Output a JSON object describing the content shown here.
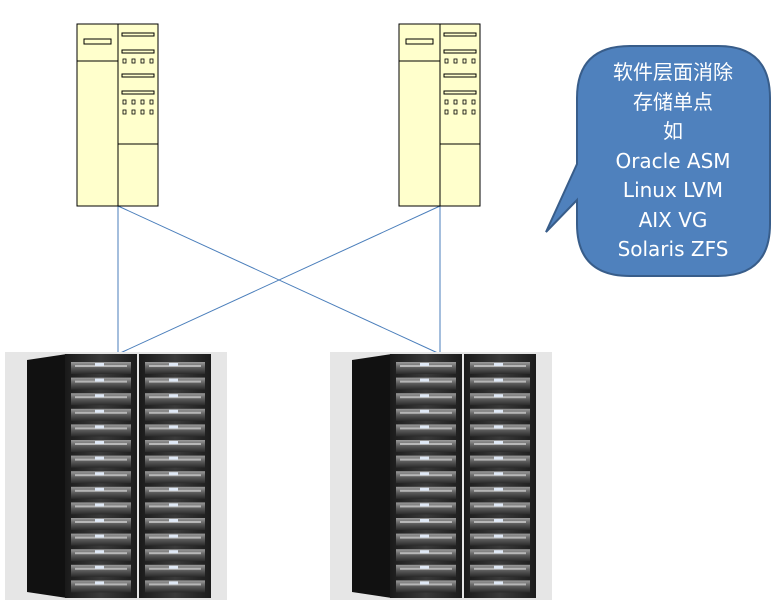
{
  "callout": {
    "lines": [
      "软件层面消除",
      "存储单点",
      "如",
      "Oracle ASM",
      "Linux LVM",
      "AIX VG",
      "Solaris ZFS"
    ],
    "fill": "#4f81bd",
    "stroke": "#385d8a"
  },
  "colors": {
    "server_fill": "#ffffcc",
    "server_stroke": "#000000",
    "link_line": "#4a7ebb",
    "rack_body": "#2b2b2b",
    "rack_backdrop": "#e6e6e6"
  },
  "icons": {
    "server": "server-tower-icon",
    "storage": "storage-rack-icon"
  }
}
